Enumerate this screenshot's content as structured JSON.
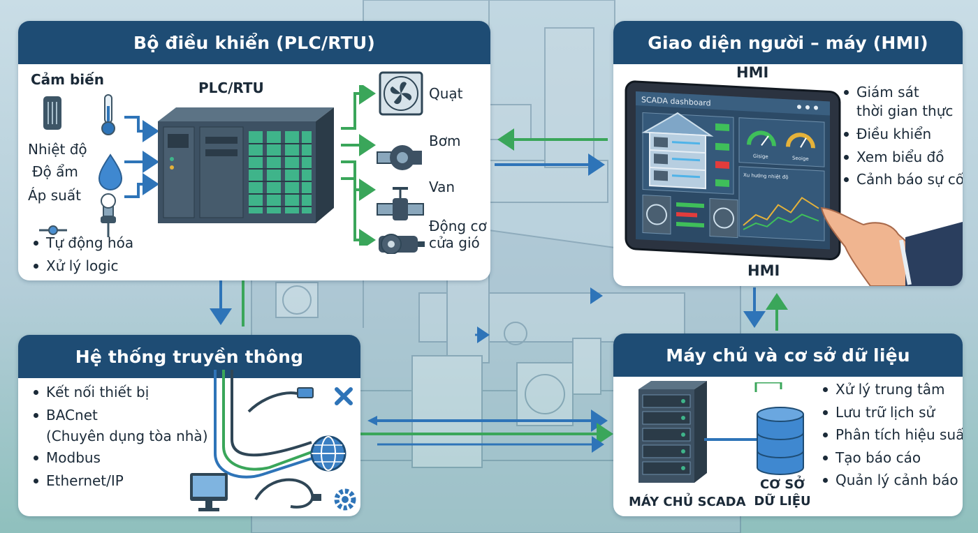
{
  "plc": {
    "title": "Bộ điều khiển (PLC/RTU)",
    "sensors_heading": "Cảm biến",
    "sensor_labels": [
      "Nhiệt độ",
      "Độ ẩm",
      "Áp suất"
    ],
    "device_label": "PLC/RTU",
    "outputs": [
      "Quạt",
      "Bơm",
      "Van",
      "Động cơ",
      "cửa gió"
    ],
    "bullets": [
      "Tự động hóa",
      "Xử lý logic"
    ]
  },
  "hmi": {
    "title": "Giao diện người – máy (HMI)",
    "top_label": "HMI",
    "bottom_label": "HMI",
    "screen": {
      "header": "SCADA dashboard",
      "gauge_labels": [
        "Gisige",
        "Seoige"
      ],
      "chart_title": "Xu hướng nhiệt độ"
    },
    "bullets": [
      "Giám sát",
      "thời gian thực",
      "Điều khiển",
      "Xem biểu đồ",
      "Cảnh báo sự cố"
    ]
  },
  "comm": {
    "title": "Hệ thống truyền thông",
    "bullets": [
      "Kết nối thiết bị",
      "BACnet",
      "(Chuyên dụng tòa nhà)",
      "Modbus",
      "Ethernet/IP"
    ]
  },
  "server": {
    "title": "Máy chủ và cơ sở dữ liệu",
    "server_label": "MÁY CHỦ SCADA",
    "db_label": [
      "CƠ SỞ",
      "DỮ LIỆU"
    ],
    "bullets": [
      "Xử lý trung tâm",
      "Lưu trữ lịch sử",
      "Phân tích hiệu suất",
      "Tạo báo cáo",
      "Quản lý cảnh báo"
    ]
  },
  "colors": {
    "header": "#1e4c74",
    "arrow_blue": "#2e74b8",
    "arrow_green": "#3aa65a",
    "icon_dark": "#2f4656",
    "icon_light": "#4b8fd0"
  }
}
